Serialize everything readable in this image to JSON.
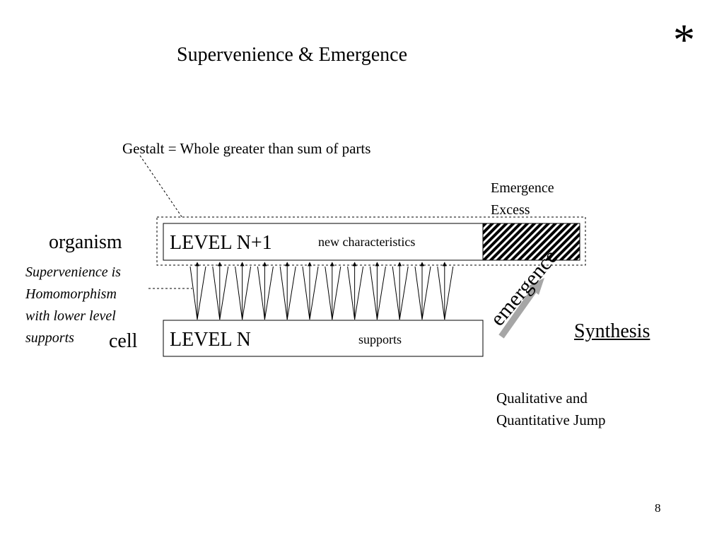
{
  "slide": {
    "title": "Supervenience & Emergence",
    "corner_mark": "*",
    "gestalt_label": "Gestalt = Whole greater than sum of parts",
    "emergence_excess": [
      "Emergence",
      "Excess"
    ],
    "level_top": {
      "side_label": "organism",
      "name": "LEVEL N+1",
      "description": "new characteristics"
    },
    "level_bottom": {
      "side_label": "cell",
      "name": "LEVEL N",
      "description": "supports"
    },
    "supervenience_note": [
      "Supervenience is",
      "Homomorphism",
      "with lower level",
      "supports"
    ],
    "emergence_arrow_label": "emergence",
    "synthesis_label": "Synthesis",
    "jump_note": [
      "Qualitative and",
      "Quantitative Jump"
    ],
    "page_number": "8"
  },
  "colors": {
    "ink": "#000000",
    "emergence_arrow": "#a6a6a6",
    "background": "#ffffff"
  },
  "icons": {
    "corner_mark": "asterisk-icon",
    "excess_fill": "hatched-pattern",
    "support_arrows": "up-arrow-icon"
  },
  "support_arrow_count": 12
}
